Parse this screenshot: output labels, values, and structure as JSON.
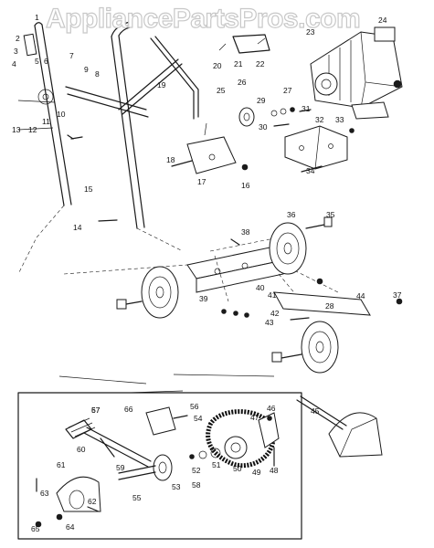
{
  "watermark": "AppliancePartsPros.com",
  "part_numbers": [
    "1",
    "2",
    "3",
    "4",
    "5",
    "6",
    "7",
    "8",
    "9",
    "10",
    "11",
    "12",
    "13",
    "14",
    "15",
    "16",
    "17",
    "18",
    "19",
    "20",
    "21",
    "22",
    "23",
    "24",
    "25",
    "26",
    "27",
    "28",
    "29",
    "30",
    "31",
    "32",
    "33",
    "34",
    "35",
    "36",
    "37",
    "38",
    "39",
    "40",
    "41",
    "42",
    "43",
    "44",
    "45",
    "46",
    "47",
    "48",
    "49",
    "50",
    "51",
    "52",
    "53",
    "54",
    "55",
    "56",
    "57",
    "58",
    "59",
    "60",
    "61",
    "62",
    "63",
    "64",
    "65",
    "66",
    "67"
  ]
}
